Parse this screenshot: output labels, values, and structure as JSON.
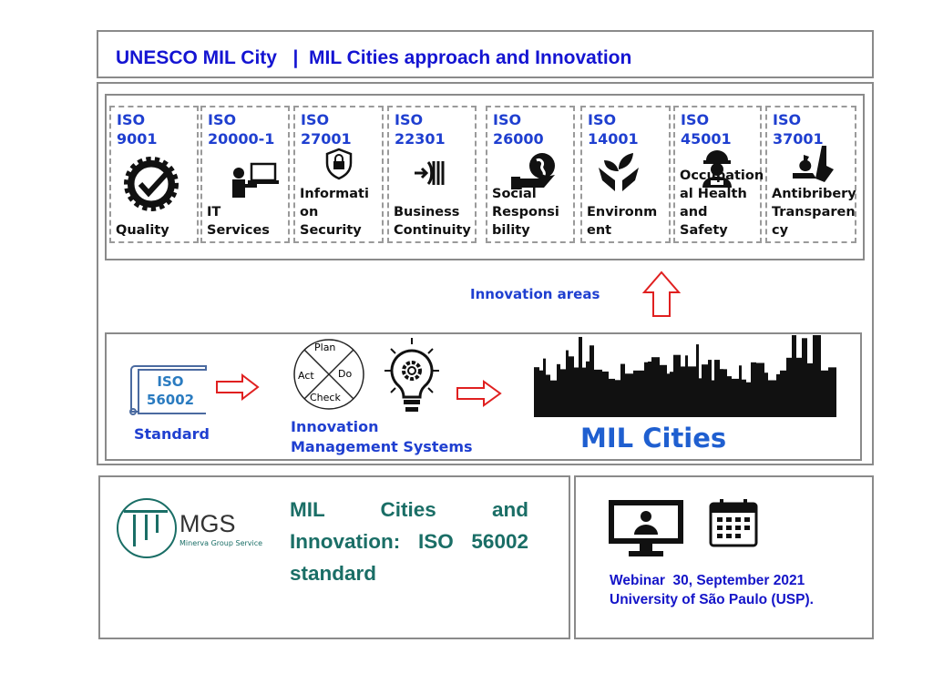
{
  "header": {
    "title": "UNESCO MIL City   |  MIL Cities approach and Innovation"
  },
  "standards": [
    {
      "code": "ISO",
      "number": "9001",
      "label": "Quality",
      "icon": "quality-badge-icon"
    },
    {
      "code": "ISO",
      "number": "20000-1",
      "label": "IT\nServices",
      "icon": "it-services-icon"
    },
    {
      "code": "ISO",
      "number": "27001",
      "label": "Informati\non\nSecurity",
      "icon": "shield-lock-icon"
    },
    {
      "code": "ISO",
      "number": "22301",
      "label": "Business\nContinuity",
      "icon": "continuity-icon"
    },
    {
      "code": "ISO",
      "number": "26000",
      "label": "Social\nResponsi\nbility",
      "icon": "globe-hand-icon"
    },
    {
      "code": "ISO",
      "number": "14001",
      "label": "Environm\nent",
      "icon": "plant-hands-icon"
    },
    {
      "code": "ISO",
      "number": "45001",
      "label": "Occupation\nal    Health\nand Safety",
      "icon": "worker-icon"
    },
    {
      "code": "ISO",
      "number": "37001",
      "label": "Antibribery\nTransparen\ncy",
      "icon": "bribe-refusal-icon"
    }
  ],
  "innovation_areas": "Innovation areas",
  "flow": {
    "standard_scroll_line1": "ISO",
    "standard_scroll_line2": "56002",
    "standard_label": "Standard",
    "pdca": {
      "plan": "Plan",
      "do": "Do",
      "check": "Check",
      "act": "Act"
    },
    "ims_label_line1": "Innovation",
    "ims_label_line2": "Management Systems",
    "cities_label": "MIL Cities"
  },
  "logo": {
    "name": "MGS",
    "subtitle": "Minerva Group Service"
  },
  "presentation_title": "MIL Cities and Innovation: ISO 56002 standard",
  "event": {
    "line1": "Webinar  30, September 2021",
    "line2": "University of São Paulo (USP)."
  },
  "colors": {
    "blue": "#1f3fd0",
    "red": "#e02020",
    "teal": "#1a6e66"
  }
}
